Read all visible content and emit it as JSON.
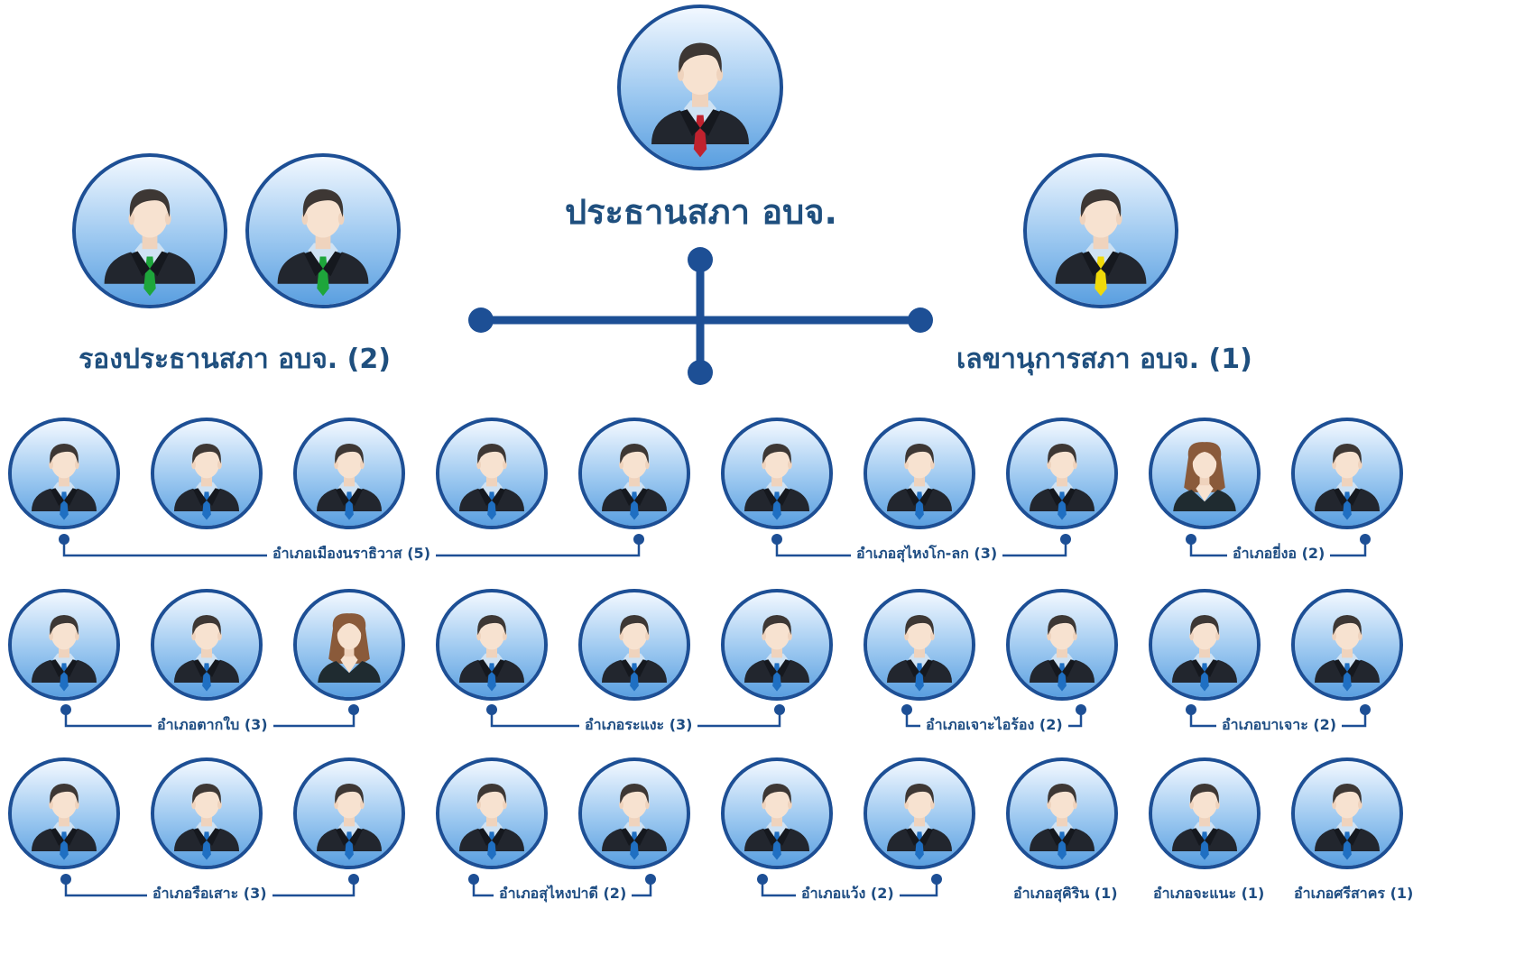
{
  "titles": {
    "chairman": "ประธานสภา อบจ.",
    "vice_chairmen": "รองประธานสภา อบจ. (2)",
    "secretary": "เลขานุการสภา อบจ. (1)"
  },
  "tie_colors": {
    "chairman": "#c0222e",
    "vice": "#1ea63b",
    "secretary": "#f0d90a",
    "member": "#1f6fc2"
  },
  "districts": [
    {
      "label": "อำเภอเมืองนราธิวาส (5)"
    },
    {
      "label": "อำเภอสุไหงโก-ลก (3)"
    },
    {
      "label": "อำเภอยี่งอ (2)"
    },
    {
      "label": "อำเภอตากใบ (3)"
    },
    {
      "label": "อำเภอระแงะ (3)"
    },
    {
      "label": "อำเภอเจาะไอร้อง (2)"
    },
    {
      "label": "อำเภอบาเจาะ (2)"
    },
    {
      "label": "อำเภอรือเสาะ (3)"
    },
    {
      "label": "อำเภอสุไหงปาดี (2)"
    },
    {
      "label": "อำเภอแว้ง (2)"
    },
    {
      "label": "อำเภอสุคิริน (1)"
    },
    {
      "label": "อำเภอจะแนะ (1)"
    },
    {
      "label": "อำเภอศรีสาคร (1)"
    }
  ],
  "members": [
    [
      "male",
      "male",
      "male",
      "male",
      "male",
      "male",
      "male",
      "male",
      "female",
      "male"
    ],
    [
      "male",
      "male",
      "female",
      "male",
      "male",
      "male",
      "male",
      "male",
      "male",
      "male"
    ],
    [
      "male",
      "male",
      "male",
      "male",
      "male",
      "male",
      "male",
      "male",
      "male",
      "male"
    ]
  ]
}
